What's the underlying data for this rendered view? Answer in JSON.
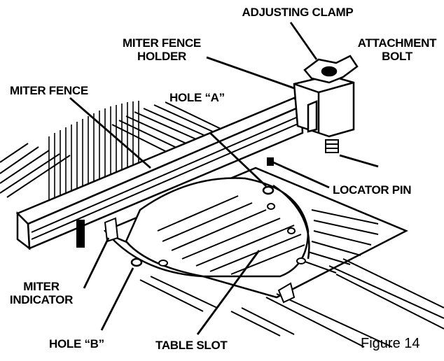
{
  "colors": {
    "ink": "#000000",
    "paper": "#ffffff"
  },
  "labels": {
    "adjusting_clamp": "ADJUSTING CLAMP",
    "miter_fence_holder_line1": "MITER FENCE",
    "miter_fence_holder_line2": "HOLDER",
    "attachment_bolt_line1": "ATTACHMENT",
    "attachment_bolt_line2": "BOLT",
    "miter_fence": "MITER FENCE",
    "hole_a": "HOLE “A”",
    "locator_pin": "LOCATOR PIN",
    "miter_indicator_line1": "MITER",
    "miter_indicator_line2": "INDICATOR",
    "hole_b": "HOLE “B”",
    "table_slot": "TABLE SLOT"
  },
  "caption": "Figure 14"
}
